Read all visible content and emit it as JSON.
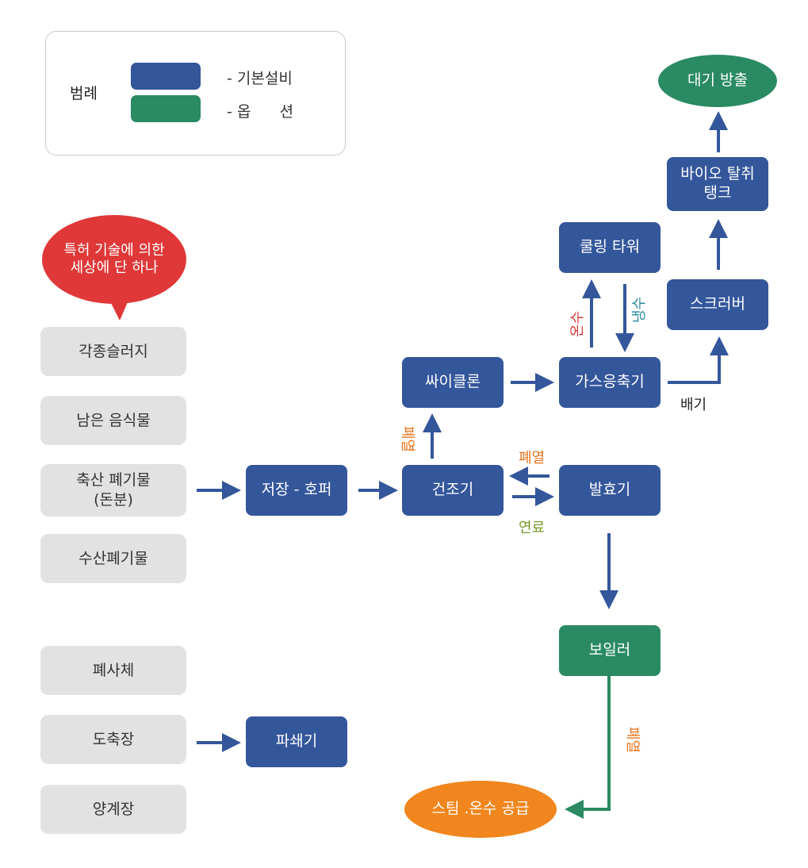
{
  "legend": {
    "title": "범례",
    "basic": "- 기본설비",
    "option": "- 옵      션"
  },
  "colors": {
    "basic": "#34569b",
    "option": "#2a8a63",
    "bubble": "#e03838",
    "output": "#f0861d",
    "source": "#e2e2e2",
    "label_orange": "#e8731c",
    "label_green": "#7a9a2c",
    "label_red": "#d73b3b",
    "label_teal": "#2b8aa0"
  },
  "bubble": {
    "line1": "특허 기술에 의한",
    "line2": "세상에 단 하나"
  },
  "sources": {
    "s1": "각종슬러지",
    "s2": "남은 음식물",
    "s3a": "축산 폐기물",
    "s3b": "(돈분)",
    "s4": "수산폐기물",
    "s5": "폐사체",
    "s6": "도축장",
    "s7": "양계장"
  },
  "nodes": {
    "hopper": "저장 - 호퍼",
    "crusher": "파쇄기",
    "dryer": "건조기",
    "cyclone": "싸이클론",
    "condenser": "가스응축기",
    "cooling": "쿨링 타워",
    "scrubber": "스크러버",
    "bio_a": "바이오 탈취",
    "bio_b": "탱크",
    "exhaust": "대기 방출",
    "fermenter": "발효기",
    "boiler": "보일러",
    "steam": "스팀 .온수 공급"
  },
  "labels": {
    "waste_heat": "폐열",
    "fuel": "연료",
    "hot_water": "온수",
    "cold_water": "냉수",
    "discharge": "배기"
  }
}
